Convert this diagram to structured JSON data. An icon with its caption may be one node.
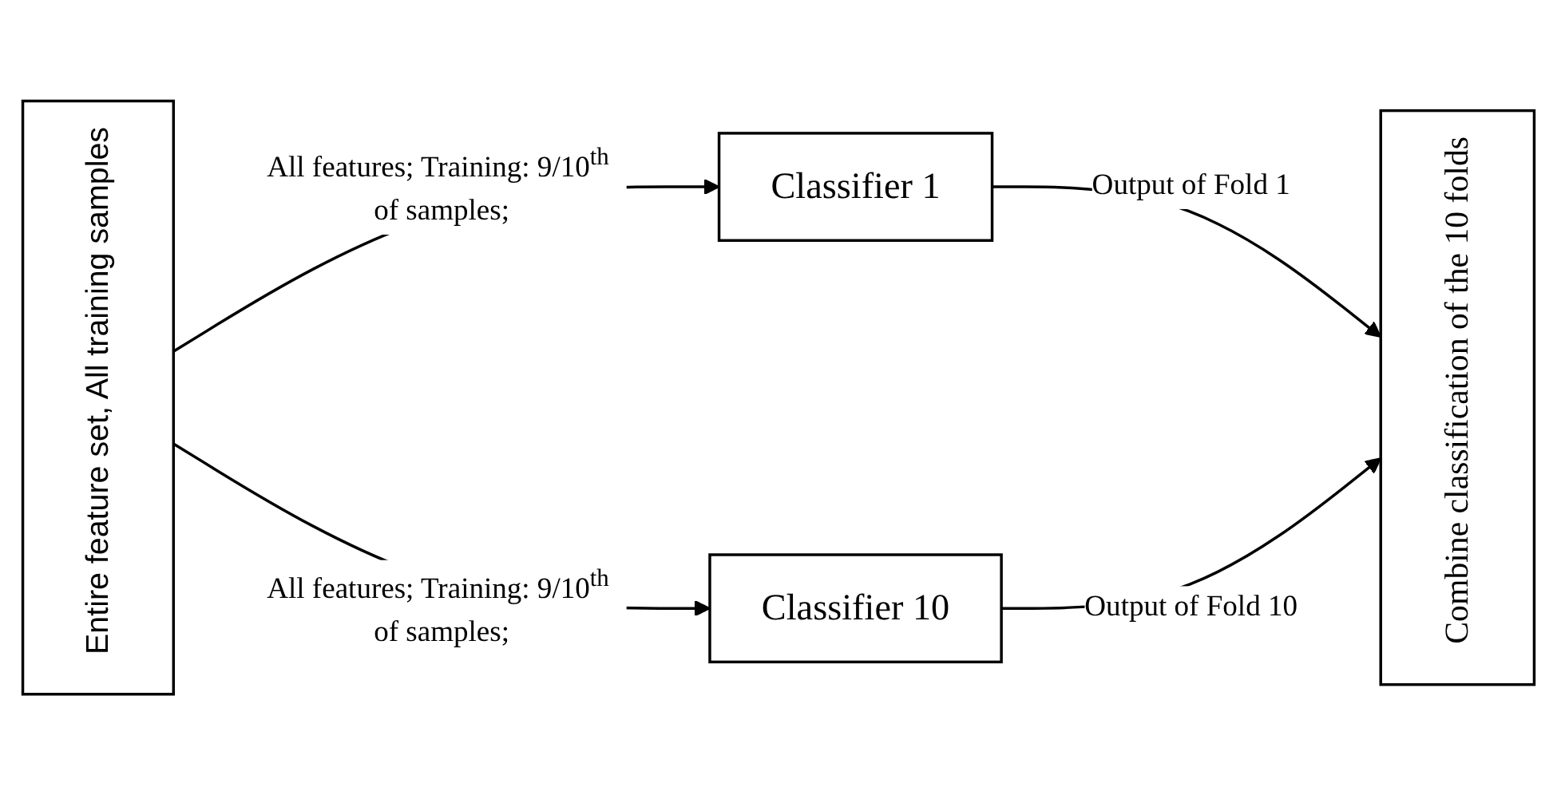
{
  "diagram": {
    "nodes": [
      {
        "text": [
          "Entire feature set, All training samples"
        ]
      },
      {
        "text": [
          "Classifier 1"
        ]
      },
      {
        "text": [
          "Classifier 10"
        ]
      },
      {
        "text": [
          "Combine classification of the 10 folds"
        ]
      }
    ],
    "edges": [
      {
        "from": 0,
        "to": 1,
        "arrow": "to",
        "label": "All features; Training: 9/10$^{th}$ of samples;"
      },
      {
        "from": 0,
        "to": 2,
        "arrow": "to",
        "label": "All features; Training: 9/10$^{th}$ of samples;"
      },
      {
        "from": 1,
        "to": 3,
        "arrow": "to",
        "label": "Output of Fold 1"
      },
      {
        "from": 2,
        "to": 3,
        "arrow": "to",
        "label": "Output of Fold 10"
      }
    ]
  }
}
